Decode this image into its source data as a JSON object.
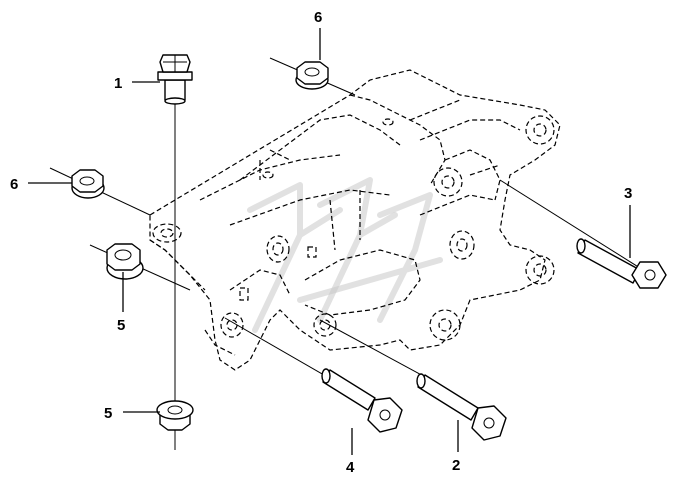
{
  "callouts": [
    {
      "id": "1",
      "label": "1",
      "part": "bolt-vertical"
    },
    {
      "id": "2",
      "label": "2",
      "part": "bolt-lower-right"
    },
    {
      "id": "3",
      "label": "3",
      "part": "bolt-right"
    },
    {
      "id": "4",
      "label": "4",
      "part": "bolt-lower-left"
    },
    {
      "id": "5a",
      "label": "5",
      "part": "flange-nut-left"
    },
    {
      "id": "5b",
      "label": "5",
      "part": "flange-nut-bottom"
    },
    {
      "id": "6a",
      "label": "6",
      "part": "flange-nut-top"
    },
    {
      "id": "6b",
      "label": "6",
      "part": "flange-nut-left-upper"
    }
  ]
}
